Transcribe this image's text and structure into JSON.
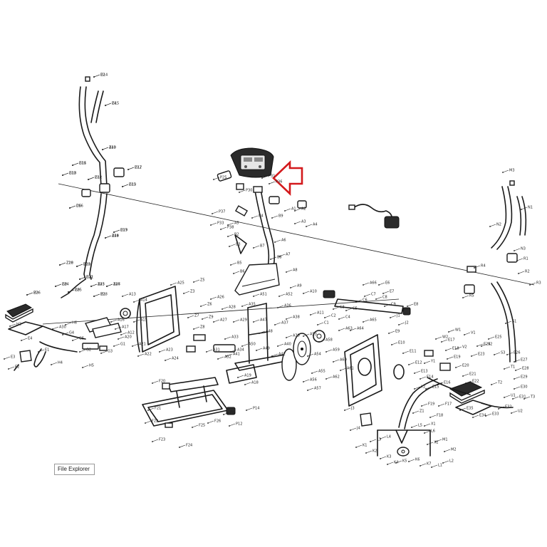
{
  "diagram": {
    "callouts": [
      "G14",
      "G15",
      "A43",
      "G16",
      "G17",
      "G18",
      "G12",
      "G13",
      "D6",
      "G19",
      "A44",
      "Z18",
      "G10",
      "G11",
      "A45",
      "G8",
      "G9",
      "H3",
      "A46",
      "H1",
      "H2",
      "E4",
      "E3",
      "E2",
      "E1",
      "H4",
      "H5",
      "H6",
      "A30",
      "G4",
      "G5",
      "G2",
      "G3",
      "G1",
      "A12",
      "A13",
      "A14",
      "A15",
      "A16",
      "A17",
      "A20",
      "A21",
      "A22",
      "A23",
      "A24",
      "A25",
      "Z3",
      "Z5",
      "Z6",
      "Z7",
      "Z8",
      "Z9",
      "A26",
      "A27",
      "A28",
      "A29",
      "A31",
      "A32",
      "A33",
      "A34",
      "A35",
      "A36",
      "A37",
      "A38",
      "A39",
      "A40",
      "A42",
      "A41",
      "A19",
      "A18",
      "A47",
      "A48",
      "A49",
      "A50",
      "A51",
      "A52",
      "A53",
      "A54",
      "A55",
      "A56",
      "A57",
      "A58",
      "A59",
      "A60",
      "A61",
      "A62",
      "A63",
      "A64",
      "A65",
      "A66",
      "E6",
      "E7",
      "E8",
      "E9",
      "E10",
      "E11",
      "E12",
      "E13",
      "E14",
      "E15",
      "E16",
      "E17",
      "E18",
      "E19",
      "E20",
      "E21",
      "E22",
      "E23",
      "E24",
      "E25",
      "E26",
      "E27",
      "E28",
      "E29",
      "E30",
      "E31",
      "E32",
      "E33",
      "E34",
      "E35",
      "F17",
      "F18",
      "F19",
      "F20",
      "F21",
      "F22",
      "F23",
      "F24",
      "F25",
      "F26",
      "P8",
      "P12",
      "P14",
      "P25",
      "P30",
      "P31",
      "P36",
      "P37",
      "P33",
      "P38",
      "B2",
      "B3",
      "B4",
      "B5",
      "B6",
      "B7",
      "B8",
      "B9",
      "A1",
      "A2",
      "A3",
      "A4",
      "A5",
      "A6",
      "A7",
      "A8",
      "A9",
      "A10",
      "A11",
      "C1",
      "C2",
      "C3",
      "C4",
      "C5",
      "C6",
      "C7",
      "C8",
      "C9",
      "J1",
      "J2",
      "J3",
      "J4",
      "K1",
      "K2",
      "K3",
      "K4",
      "K5",
      "K6",
      "K7",
      "L1",
      "L2",
      "L3",
      "L4",
      "L5",
      "L6",
      "M1",
      "M2",
      "M3",
      "N1",
      "N2",
      "N3",
      "R1",
      "R2",
      "R3",
      "R4",
      "R5",
      "S1",
      "S2",
      "S3",
      "T1",
      "T2",
      "T3",
      "U1",
      "U2",
      "V1",
      "V2",
      "W1",
      "W2",
      "Y1",
      "Y2",
      "X1",
      "X2",
      "Z1",
      "Z2",
      "Z4",
      "Z10",
      "Z11",
      "Z12",
      "Z13",
      "Z14",
      "Z15",
      "Z16",
      "Z17",
      "Z19",
      "Z20",
      "Z21",
      "Z22",
      "Z23",
      "Z24",
      "Z25",
      "Z26",
      "Z27",
      "Z28"
    ]
  },
  "taskbar": {
    "label": "File Explorer"
  },
  "colors": {
    "line": "#1a1a1a",
    "highlight": "#d3191c",
    "background": "#ffffff"
  }
}
